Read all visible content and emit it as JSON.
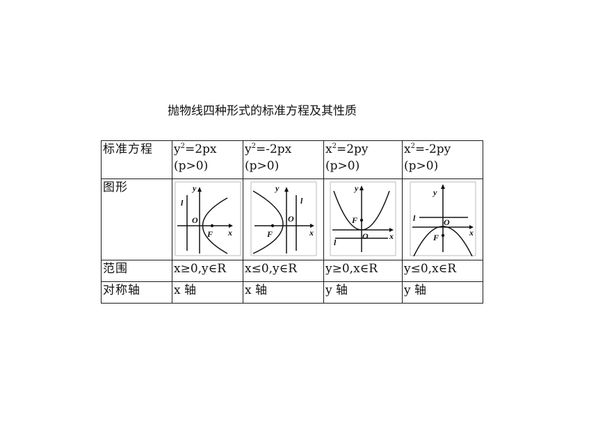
{
  "page": {
    "title": "抛物线四种形式的标准方程及其性质"
  },
  "table": {
    "row_headers": {
      "equation": "标准方程",
      "graph": "图形",
      "range": "范围",
      "axis": "对称轴"
    },
    "columns": [
      {
        "eq_base": "y",
        "eq_exp": "2",
        "eq_rhs": "=2px",
        "cond": "(p>0)",
        "graph": {
          "variant": "opens-right",
          "labels": {
            "y": "y",
            "x": "x",
            "l": "l",
            "O": "O",
            "F": "F"
          }
        },
        "range": "x≥0,y∈R",
        "axis": "x 轴"
      },
      {
        "eq_base": "y",
        "eq_exp": "2",
        "eq_rhs": "=-2px",
        "cond": "(p>0)",
        "graph": {
          "variant": "opens-left",
          "labels": {
            "y": "y",
            "x": "x",
            "l": "l",
            "O": "O",
            "F": "F"
          }
        },
        "range": "x≤0,y∈R",
        "axis": "x 轴"
      },
      {
        "eq_base": "x",
        "eq_exp": "2",
        "eq_rhs": "=2py",
        "cond": "(p>0)",
        "graph": {
          "variant": "opens-up",
          "labels": {
            "y": "y",
            "x": "x",
            "l": "l",
            "O": "O",
            "F": "F"
          }
        },
        "range": "y≥0,x∈R",
        "axis": "y 轴"
      },
      {
        "eq_base": "x",
        "eq_exp": "2",
        "eq_rhs": "=-2py",
        "cond": "(p>0)",
        "graph": {
          "variant": "opens-down",
          "labels": {
            "y": "y",
            "x": "x",
            "l": "l",
            "O": "O",
            "F": "F"
          }
        },
        "range": "y≤0,x∈R",
        "axis": "y 轴"
      }
    ]
  }
}
